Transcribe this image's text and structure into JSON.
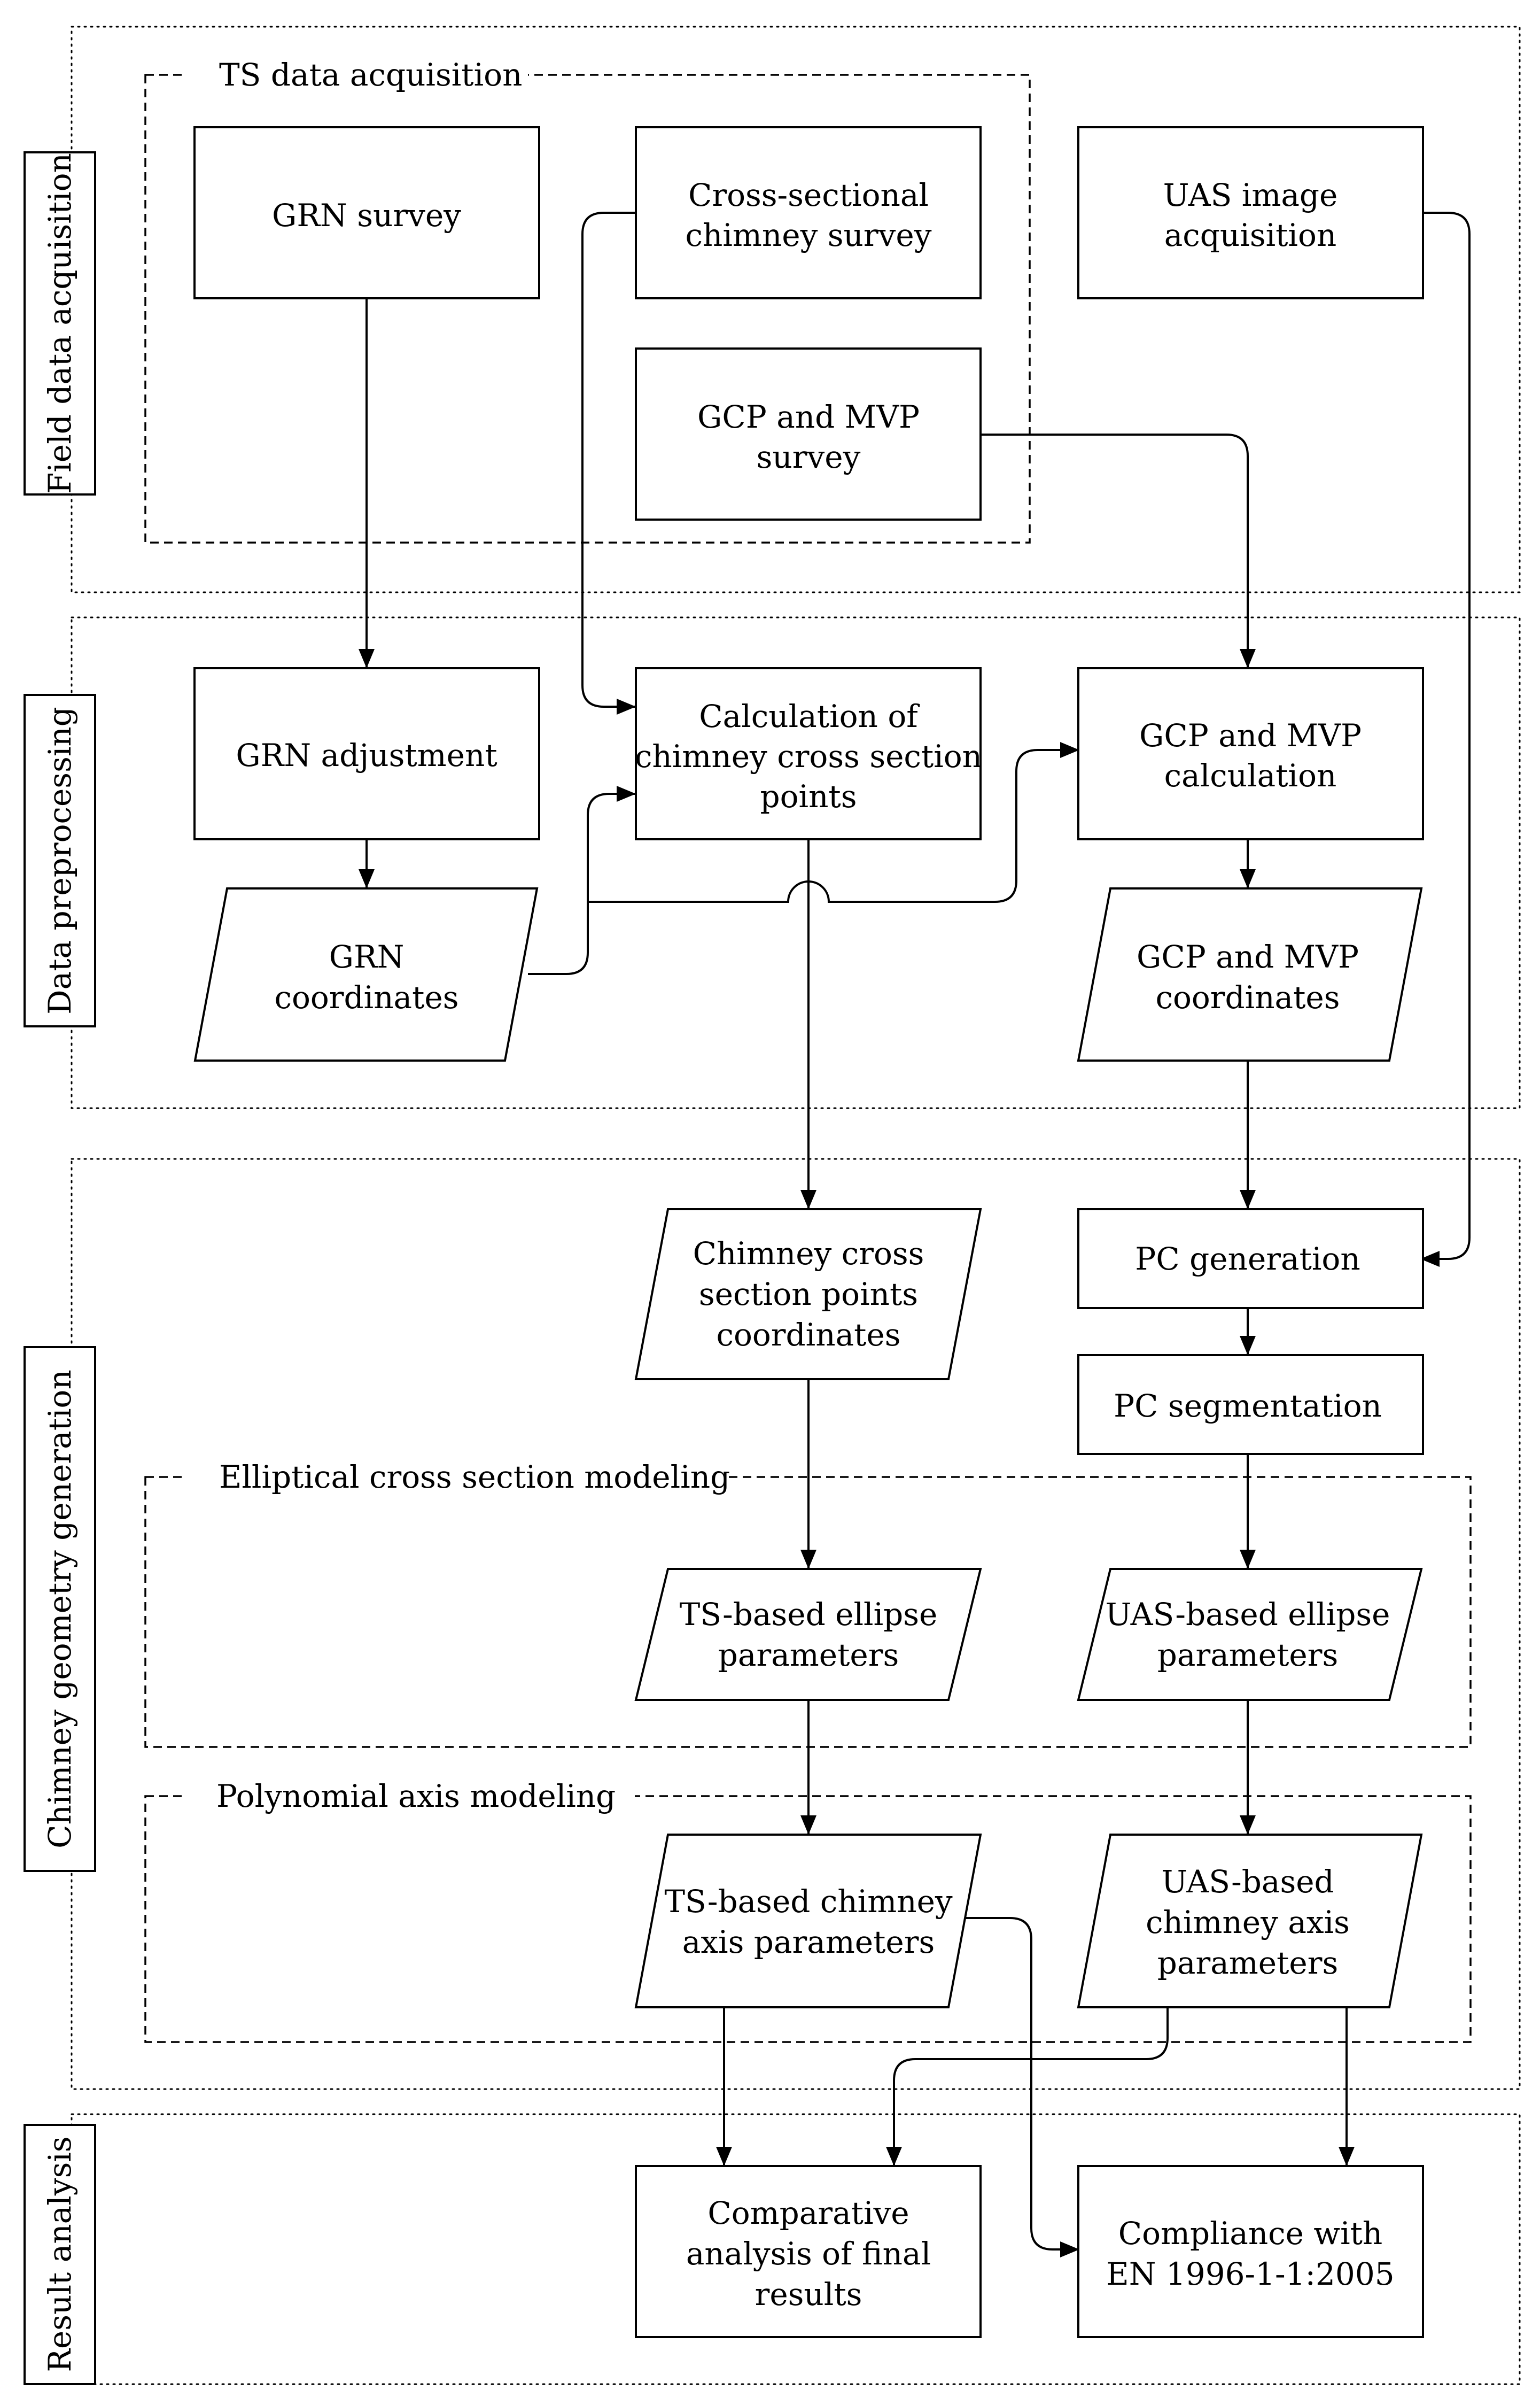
{
  "stages": [
    {
      "id": "field",
      "label": "Field data acquisition"
    },
    {
      "id": "prep",
      "label": "Data preprocessing"
    },
    {
      "id": "geom",
      "label": "Chimney geometry generation"
    },
    {
      "id": "result",
      "label": "Result analysis"
    }
  ],
  "groups": [
    {
      "id": "ts",
      "label": "TS data acquisition"
    },
    {
      "id": "ellipse",
      "label": "Elliptical cross section modeling"
    },
    {
      "id": "axis",
      "label": "Polynomial axis modeling"
    }
  ],
  "nodes": [
    {
      "id": "grn_survey",
      "shape": "process",
      "lines": [
        "GRN survey"
      ]
    },
    {
      "id": "cross_survey",
      "shape": "process",
      "lines": [
        "Cross-sectional",
        "chimney survey"
      ]
    },
    {
      "id": "uas_image",
      "shape": "process",
      "lines": [
        "UAS image",
        "acquisition"
      ]
    },
    {
      "id": "gcp_survey",
      "shape": "process",
      "lines": [
        "GCP and MVP",
        "survey"
      ]
    },
    {
      "id": "grn_adj",
      "shape": "process",
      "lines": [
        "GRN adjustment"
      ]
    },
    {
      "id": "calc_chimney",
      "shape": "process",
      "lines": [
        "Calculation of",
        "chimney cross section",
        "points"
      ]
    },
    {
      "id": "gcp_calc",
      "shape": "process",
      "lines": [
        "GCP and MVP",
        "calculation"
      ]
    },
    {
      "id": "grn_coords",
      "shape": "data",
      "lines": [
        "GRN",
        "coordinates"
      ]
    },
    {
      "id": "gcp_coords",
      "shape": "data",
      "lines": [
        "GCP and MVP",
        "coordinates"
      ]
    },
    {
      "id": "chimney_coords",
      "shape": "data",
      "lines": [
        "Chimney cross",
        "section points",
        "coordinates"
      ]
    },
    {
      "id": "pc_gen",
      "shape": "process",
      "lines": [
        "PC generation"
      ]
    },
    {
      "id": "pc_seg",
      "shape": "process",
      "lines": [
        "PC segmentation"
      ]
    },
    {
      "id": "ts_ellipse",
      "shape": "data",
      "lines": [
        "TS-based ellipse",
        "parameters"
      ]
    },
    {
      "id": "uas_ellipse",
      "shape": "data",
      "lines": [
        "UAS-based ellipse",
        "parameters"
      ]
    },
    {
      "id": "ts_axis",
      "shape": "data",
      "lines": [
        "TS-based chimney",
        "axis parameters"
      ]
    },
    {
      "id": "uas_axis",
      "shape": "data",
      "lines": [
        "UAS-based",
        "chimney axis",
        "parameters"
      ]
    },
    {
      "id": "comparative",
      "shape": "process",
      "lines": [
        "Comparative",
        "analysis of final",
        "results"
      ]
    },
    {
      "id": "compliance",
      "shape": "process",
      "lines": [
        "Compliance with",
        "EN 1996-1-1:2005"
      ]
    }
  ],
  "edges": [
    {
      "from": "grn_survey",
      "to": "grn_adj"
    },
    {
      "from": "cross_survey",
      "to": "calc_chimney"
    },
    {
      "from": "gcp_survey",
      "to": "gcp_calc"
    },
    {
      "from": "uas_image",
      "to": "pc_gen"
    },
    {
      "from": "grn_adj",
      "to": "grn_coords"
    },
    {
      "from": "grn_coords",
      "to": "calc_chimney"
    },
    {
      "from": "grn_coords",
      "to": "gcp_calc"
    },
    {
      "from": "gcp_calc",
      "to": "gcp_coords"
    },
    {
      "from": "calc_chimney",
      "to": "chimney_coords"
    },
    {
      "from": "gcp_coords",
      "to": "pc_gen"
    },
    {
      "from": "pc_gen",
      "to": "pc_seg"
    },
    {
      "from": "chimney_coords",
      "to": "ts_ellipse"
    },
    {
      "from": "pc_seg",
      "to": "uas_ellipse"
    },
    {
      "from": "ts_ellipse",
      "to": "ts_axis"
    },
    {
      "from": "uas_ellipse",
      "to": "uas_axis"
    },
    {
      "from": "ts_axis",
      "to": "comparative"
    },
    {
      "from": "ts_axis",
      "to": "compliance"
    },
    {
      "from": "uas_axis",
      "to": "comparative"
    },
    {
      "from": "uas_axis",
      "to": "compliance"
    }
  ]
}
